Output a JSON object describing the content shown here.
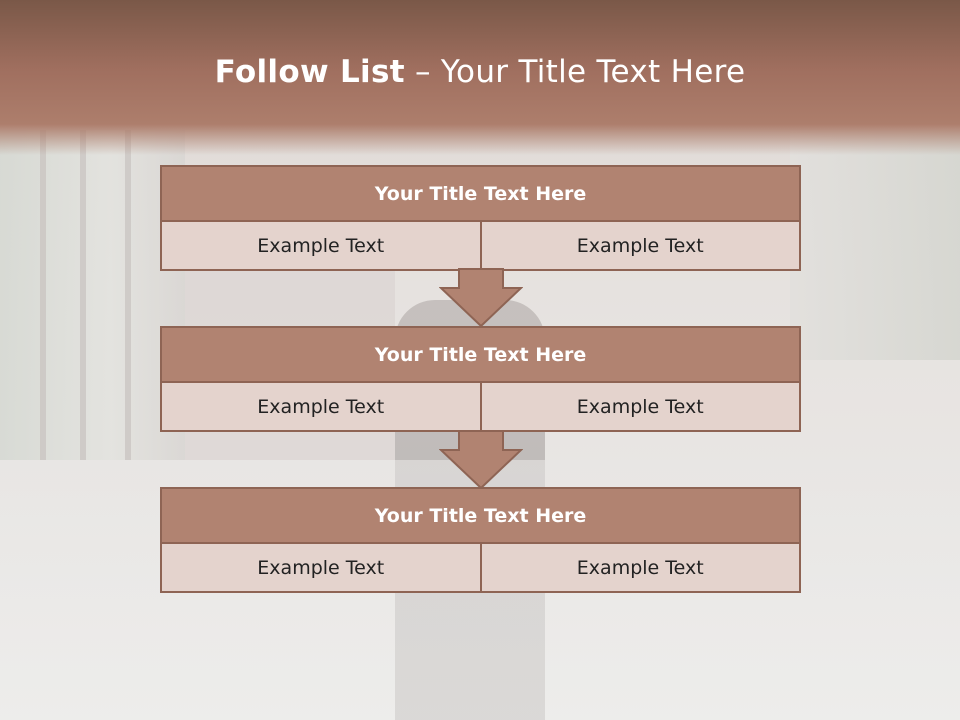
{
  "header": {
    "title_bold": "Follow List",
    "title_rest": " – Your Title Text Here"
  },
  "steps": [
    {
      "title": "Your Title Text Here",
      "left": "Example Text",
      "right": "Example Text"
    },
    {
      "title": "Your Title Text Here",
      "left": "Example Text",
      "right": "Example Text"
    },
    {
      "title": "Your Title Text Here",
      "left": "Example Text",
      "right": "Example Text"
    }
  ],
  "colors": {
    "header": "#a06f5f",
    "step_title_fill": "#b18371",
    "cell_fill": "#e4d3cd",
    "border": "#8e6454"
  },
  "icons": [
    "down-arrow-icon",
    "down-arrow-icon"
  ]
}
